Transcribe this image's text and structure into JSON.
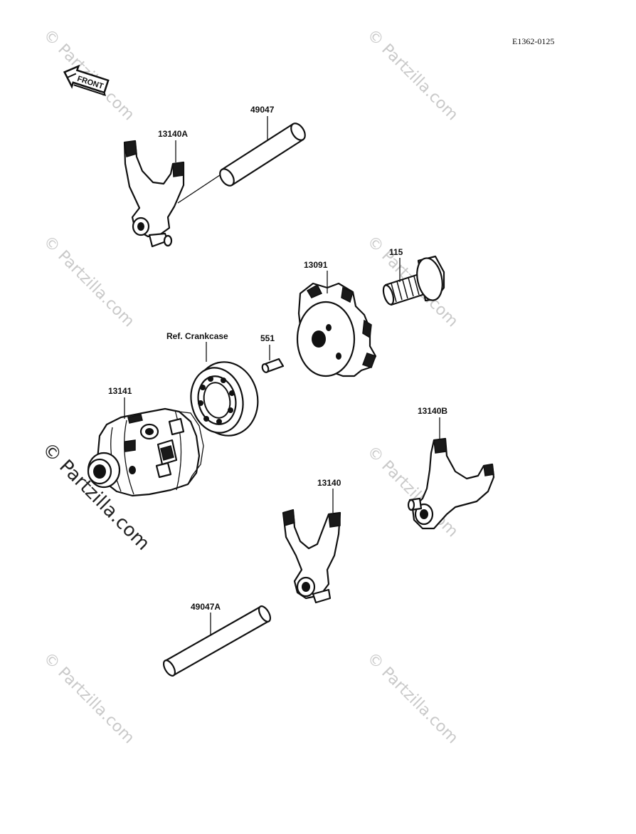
{
  "diagram_code": "E1362-0125",
  "front_label": "FRONT",
  "watermark": "© Partzilla.com",
  "parts": {
    "fork_a": "13140A",
    "shaft": "49047",
    "bolt": "115",
    "holder": "13091",
    "crankcase_ref": "Ref. Crankcase",
    "pin": "551",
    "drum": "13141",
    "fork_b": "13140B",
    "fork": "13140",
    "shaft_a": "49047A"
  }
}
